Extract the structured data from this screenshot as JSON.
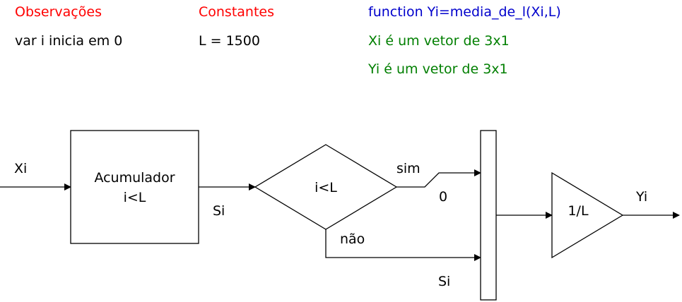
{
  "notes": {
    "observations_title": "Observações",
    "observations_text": "var i inicia em 0",
    "constants_title": "Constantes",
    "constants_text": "L = 1500",
    "function_signature": "function Yi=media_de_l(Xi,L)",
    "input_desc": "Xi é um vetor de 3x1",
    "output_desc": "Yi é um vetor de 3x1"
  },
  "diagram": {
    "input_label": "Xi",
    "accumulator_line1": "Acumulador",
    "accumulator_line2": "i<L",
    "accumulator_output_label": "Si",
    "decision_label": "i<L",
    "yes_label": "sim",
    "no_label": "não",
    "yes_value": "0",
    "no_value": "Si",
    "gain_label": "1/L",
    "output_label": "Yi"
  },
  "colors": {
    "title": "#ff0000",
    "function": "#0000cc",
    "description": "#007f00",
    "stroke": "#000000"
  }
}
